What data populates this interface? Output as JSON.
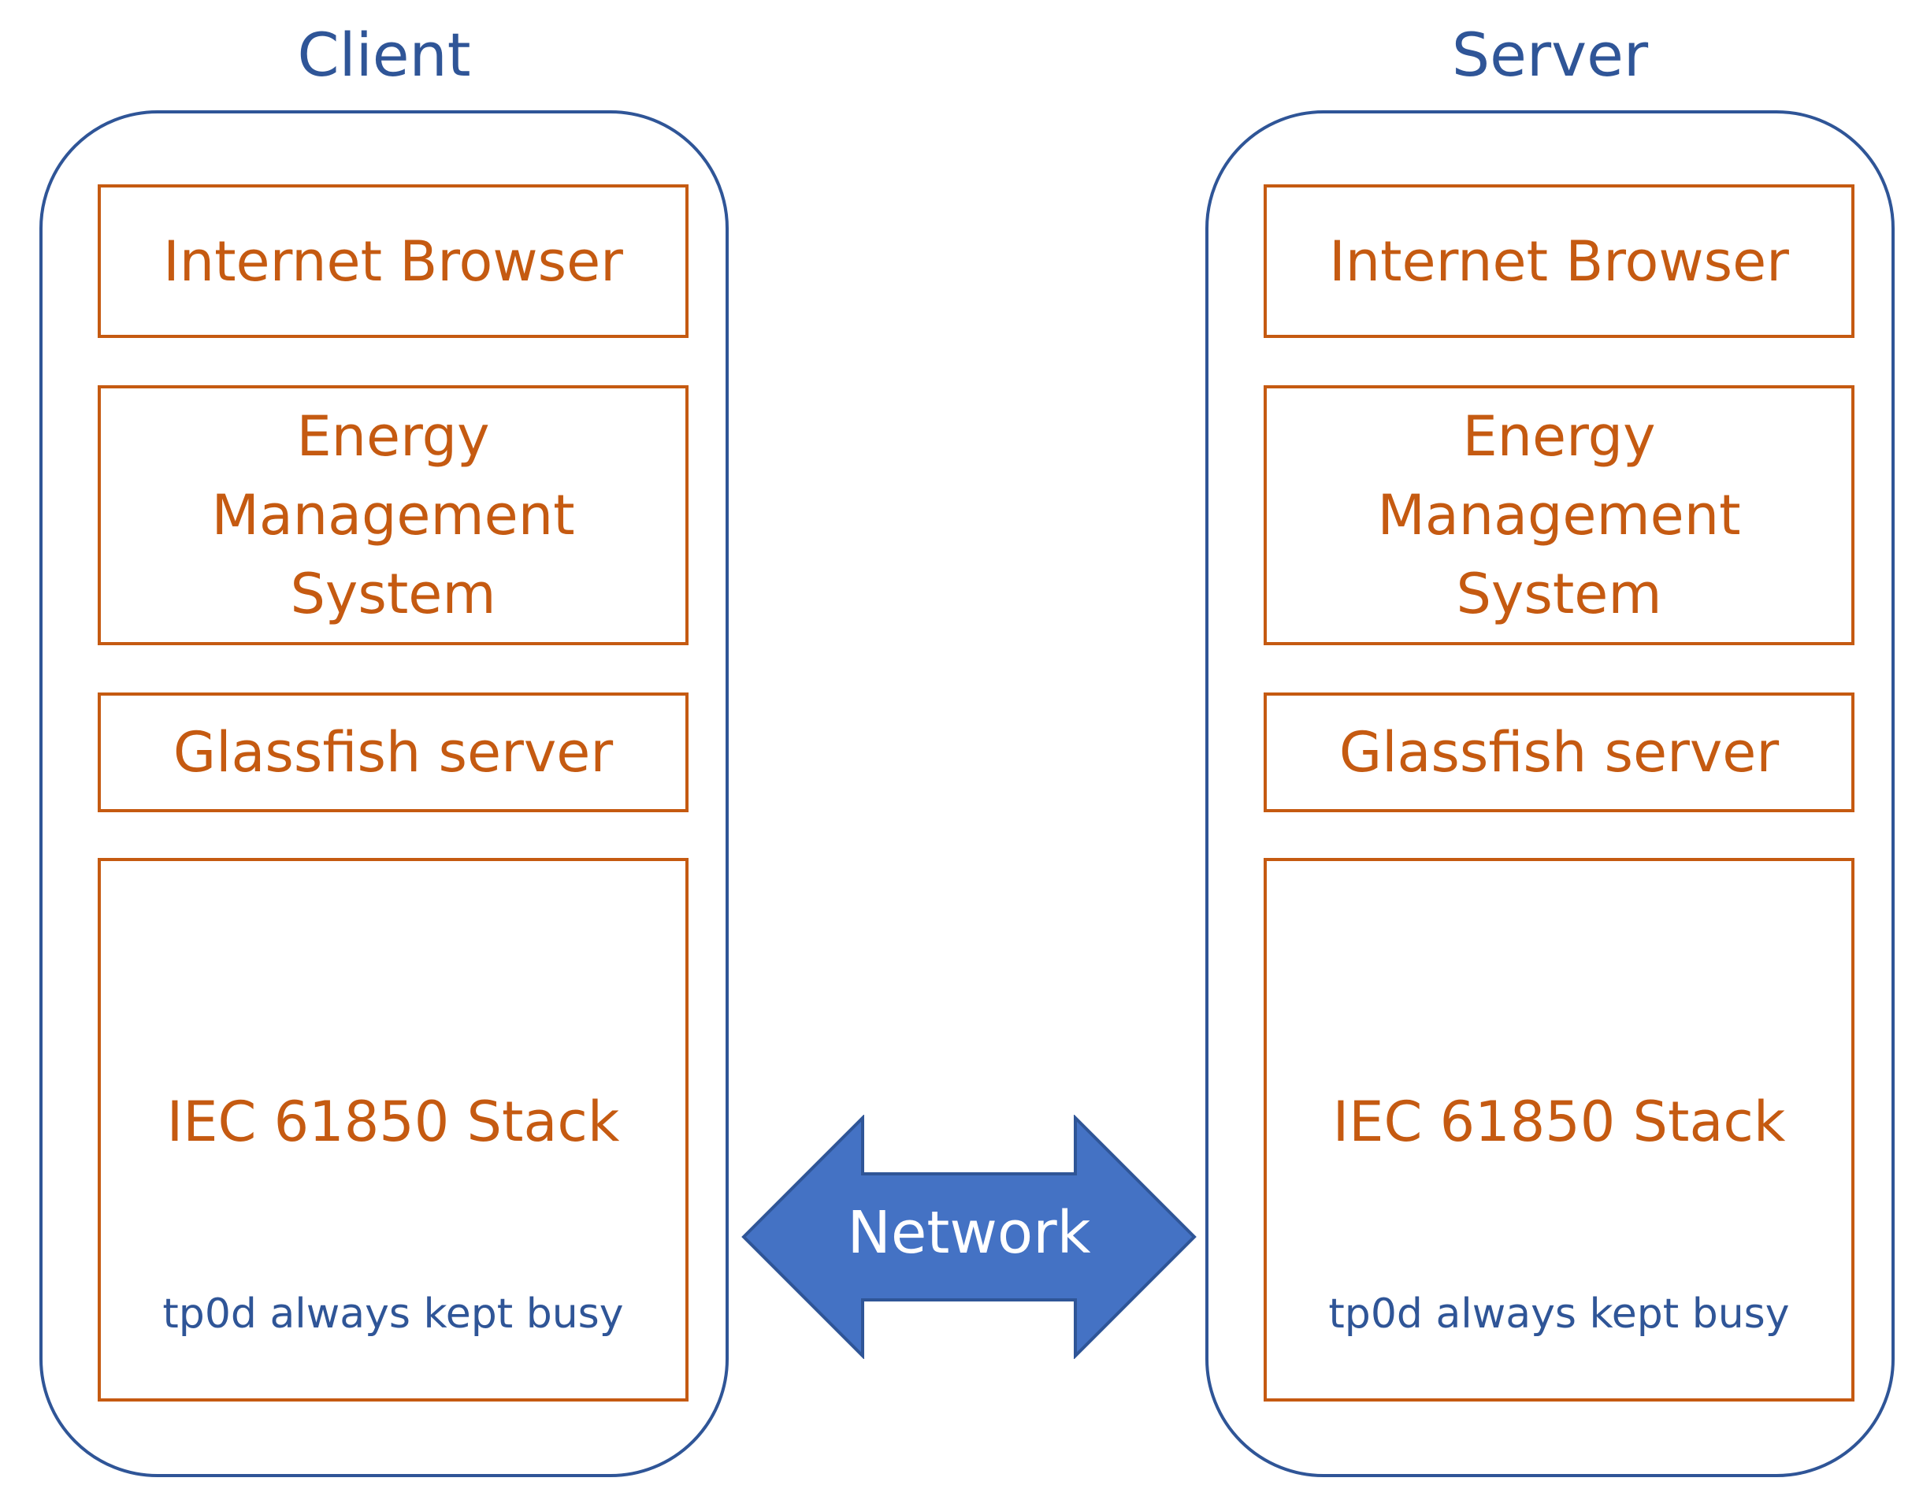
{
  "nodes": [
    {
      "title": "Client",
      "layers": {
        "browser": "Internet Browser",
        "ems": [
          "Energy",
          "Management",
          "System"
        ],
        "glassfish": "Glassfish server",
        "stack": "IEC 61850 Stack",
        "stack_note": "tp0d always kept busy"
      }
    },
    {
      "title": "Server",
      "layers": {
        "browser": "Internet Browser",
        "ems": [
          "Energy",
          "Management",
          "System"
        ],
        "glassfish": "Glassfish server",
        "stack": "IEC 61850 Stack",
        "stack_note": "tp0d always kept busy"
      }
    }
  ],
  "connector": {
    "label": "Network",
    "direction": "bidirectional"
  },
  "colors": {
    "node_border": "#2f5597",
    "layer_border": "#c55a11",
    "layer_text": "#c55a11",
    "title_text": "#2f5597",
    "arrow_fill": "#4472c4",
    "arrow_stroke": "#2f5597",
    "arrow_text": "#ffffff"
  }
}
